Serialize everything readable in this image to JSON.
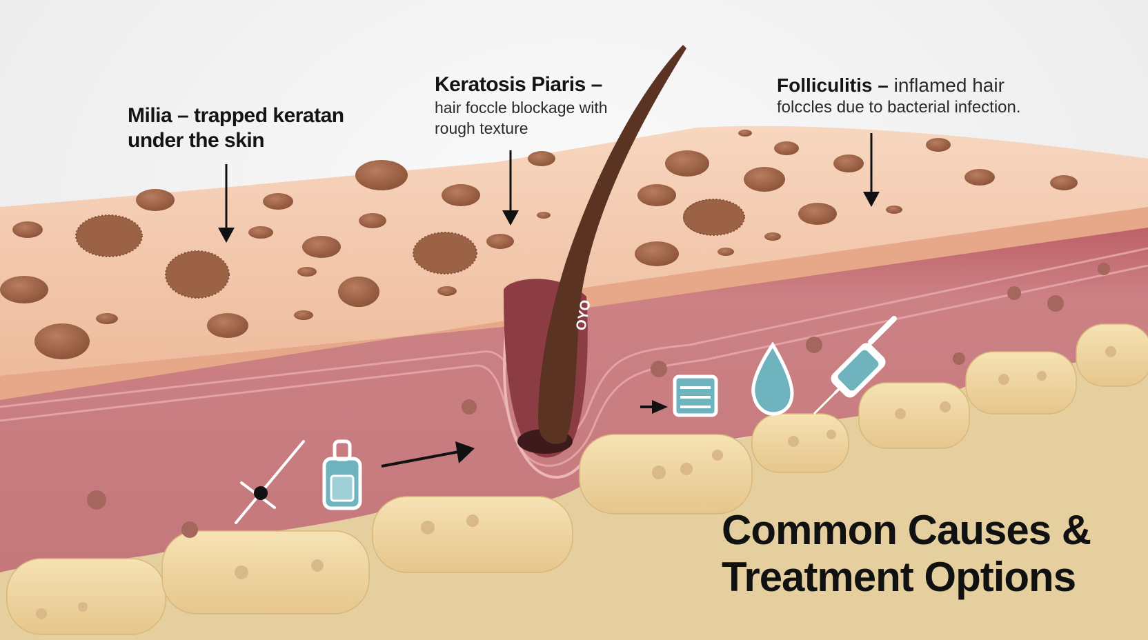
{
  "labels": {
    "milia": {
      "line1": "Milia – trapped keratan",
      "line2": "under the skin"
    },
    "keratosis_pilaris": {
      "title": "Keratosis Piaris –",
      "desc_line1": "hair foccle blockage with",
      "desc_line2": "rough texture"
    },
    "folliculitis": {
      "title": "Folliculitis",
      "sep": " – ",
      "desc_inline": "inflamed hair",
      "desc_line2": "folccles due to bacterial infection."
    },
    "follicle_text": "OYO"
  },
  "title": {
    "line1": "Common Causes &",
    "line2": "Treatment Options"
  },
  "icons": [
    "needle-icon",
    "bottle-icon",
    "arrow-icon",
    "bandage-icon",
    "water-drop-icon",
    "syringe-icon"
  ],
  "colors": {
    "skin_surface": "#f2c4a8",
    "dermis": "#c97c80",
    "fat": "#f1d9a6",
    "bump": "#9b6246",
    "hair": "#5a3323",
    "icon_teal": "#6fb3bf"
  }
}
